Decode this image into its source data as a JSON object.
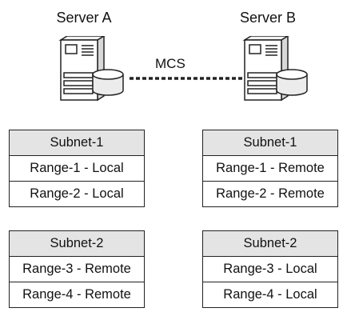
{
  "servers": {
    "a": {
      "label": "Server A"
    },
    "b": {
      "label": "Server B"
    }
  },
  "link": {
    "label": "MCS"
  },
  "tables": {
    "a1": {
      "header": "Subnet-1",
      "rows": [
        "Range-1 - Local",
        "Range-2 - Local"
      ]
    },
    "a2": {
      "header": "Subnet-2",
      "rows": [
        "Range-3 - Remote",
        "Range-4 - Remote"
      ]
    },
    "b1": {
      "header": "Subnet-1",
      "rows": [
        "Range-1 - Remote",
        "Range-2 - Remote"
      ]
    },
    "b2": {
      "header": "Subnet-2",
      "rows": [
        "Range-3 - Local",
        "Range-4 - Local"
      ]
    }
  },
  "colors": {
    "header_fill": "#e4e4e4",
    "line": "#222222"
  }
}
